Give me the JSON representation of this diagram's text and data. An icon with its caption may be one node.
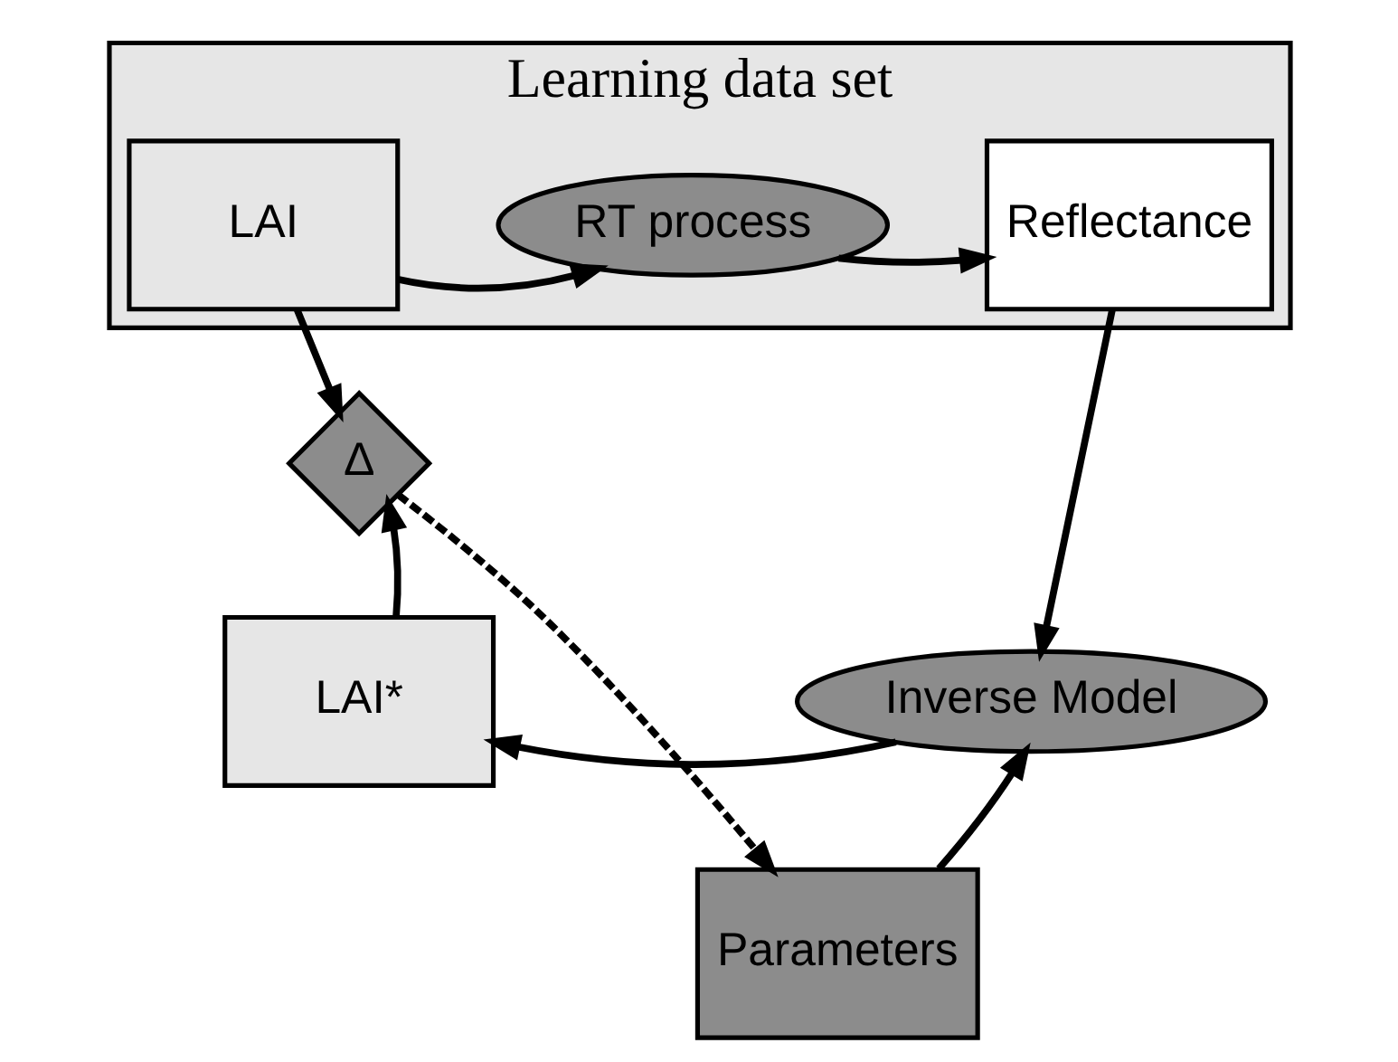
{
  "diagram": {
    "nodes": [
      {
        "text": [
          "Learning data set"
        ]
      },
      {
        "text": [
          "LAI"
        ],
        "in": 0
      },
      {
        "text": [
          "RT process"
        ],
        "in": 0
      },
      {
        "text": [
          "Reflectance"
        ],
        "in": 0
      },
      {
        "text": [
          "Δ"
        ]
      },
      {
        "text": [
          "LAI*"
        ]
      },
      {
        "text": [
          "Inverse Model"
        ]
      },
      {
        "text": [
          "Parameters"
        ]
      }
    ],
    "edges": [
      {
        "from": 1,
        "to": 2,
        "arrow": "to"
      },
      {
        "from": 2,
        "to": 3,
        "arrow": "to"
      },
      {
        "from": 1,
        "to": 4,
        "arrow": "to"
      },
      {
        "from": 5,
        "to": 4,
        "arrow": "to"
      },
      {
        "from": 3,
        "to": 6,
        "arrow": "to"
      },
      {
        "from": 6,
        "to": 5,
        "arrow": "to"
      },
      {
        "from": 7,
        "to": 6,
        "arrow": "to"
      },
      {
        "from": 4,
        "to": 7,
        "arrow": "to",
        "style": "dashed"
      }
    ]
  }
}
